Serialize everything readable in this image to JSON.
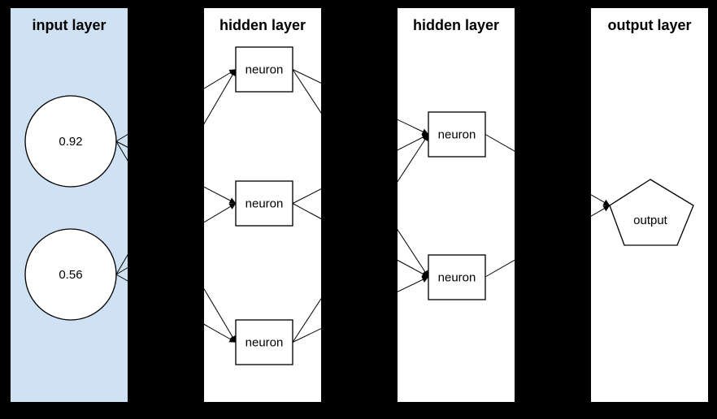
{
  "diagram": {
    "background_color": "#000000",
    "line_color": "#000000",
    "node_fill_color": "#ffffff",
    "panels": [
      {
        "id": "input",
        "title": "input layer",
        "fill": "#cfe2f3"
      },
      {
        "id": "hidden1",
        "title": "hidden layer",
        "fill": "#ffffff"
      },
      {
        "id": "hidden2",
        "title": "hidden layer",
        "fill": "#ffffff"
      },
      {
        "id": "output",
        "title": "output layer",
        "fill": "#ffffff"
      }
    ],
    "nodes": {
      "inputs": [
        {
          "id": "input-1",
          "label": "0.92",
          "shape": "circle"
        },
        {
          "id": "input-2",
          "label": "0.56",
          "shape": "circle"
        }
      ],
      "hidden1": [
        {
          "id": "h1-1",
          "label": "neuron",
          "shape": "rectangle"
        },
        {
          "id": "h1-2",
          "label": "neuron",
          "shape": "rectangle"
        },
        {
          "id": "h1-3",
          "label": "neuron",
          "shape": "rectangle"
        }
      ],
      "hidden2": [
        {
          "id": "h2-1",
          "label": "neuron",
          "shape": "rectangle"
        },
        {
          "id": "h2-2",
          "label": "neuron",
          "shape": "rectangle"
        }
      ],
      "output": {
        "id": "output",
        "label": "output",
        "shape": "pentagon"
      }
    },
    "connections": [
      {
        "from": "input-1",
        "to": "h1-1"
      },
      {
        "from": "input-1",
        "to": "h1-2"
      },
      {
        "from": "input-1",
        "to": "h1-3"
      },
      {
        "from": "input-2",
        "to": "h1-1"
      },
      {
        "from": "input-2",
        "to": "h1-2"
      },
      {
        "from": "input-2",
        "to": "h1-3"
      },
      {
        "from": "h1-1",
        "to": "h2-1"
      },
      {
        "from": "h1-1",
        "to": "h2-2"
      },
      {
        "from": "h1-2",
        "to": "h2-1"
      },
      {
        "from": "h1-2",
        "to": "h2-2"
      },
      {
        "from": "h1-3",
        "to": "h2-1"
      },
      {
        "from": "h1-3",
        "to": "h2-2"
      },
      {
        "from": "h2-1",
        "to": "output"
      },
      {
        "from": "h2-2",
        "to": "output"
      }
    ]
  }
}
